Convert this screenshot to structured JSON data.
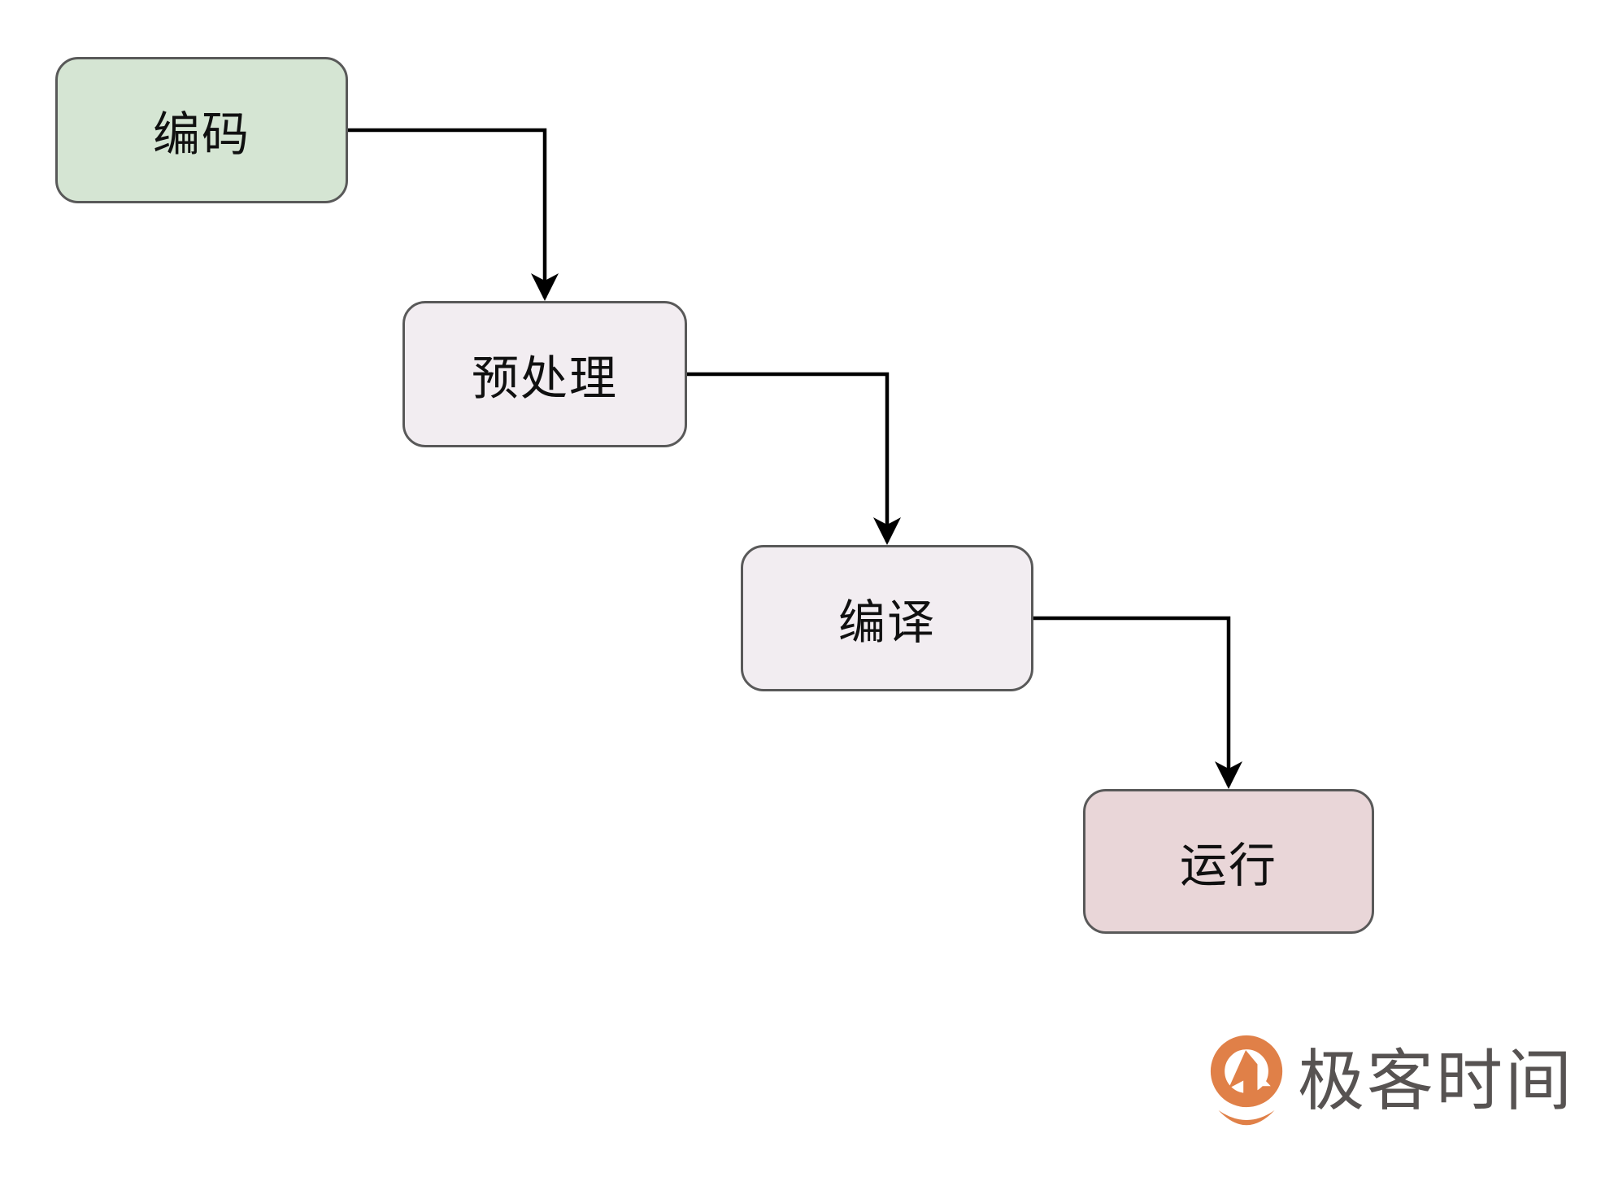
{
  "diagram": {
    "type": "flowchart",
    "nodes": [
      {
        "id": "coding",
        "label": "编码",
        "fill": "#d5e5d3"
      },
      {
        "id": "preprocessing",
        "label": "预处理",
        "fill": "#f2edf1"
      },
      {
        "id": "compile",
        "label": "编译",
        "fill": "#f2edf1"
      },
      {
        "id": "run",
        "label": "运行",
        "fill": "#e9d6d8"
      }
    ],
    "edges": [
      {
        "from": "编码",
        "to": "预处理"
      },
      {
        "from": "预处理",
        "to": "编译"
      },
      {
        "from": "编译",
        "to": "运行"
      }
    ],
    "node_border_color": "#595959",
    "arrow_color": "#000000",
    "background": "#ffffff"
  },
  "logo": {
    "text": "极客时间",
    "icon": "geektime-q-icon",
    "icon_color": "#e08048",
    "text_color": "#575352"
  }
}
